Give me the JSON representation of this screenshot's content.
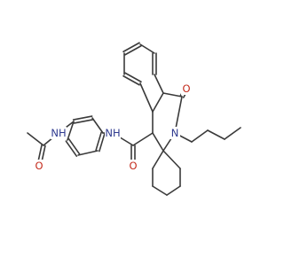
{
  "molecule": {
    "labels": {
      "acetamide_nh": "NH",
      "acetamide_o": "O",
      "amide_nh": "NH",
      "amide_o": "O",
      "lactam_n": "N",
      "lactam_o": "O"
    },
    "colors": {
      "bond": "#3a3a3a",
      "nitrogen": "#2f3a8f",
      "oxygen": "#c42b1c"
    }
  }
}
